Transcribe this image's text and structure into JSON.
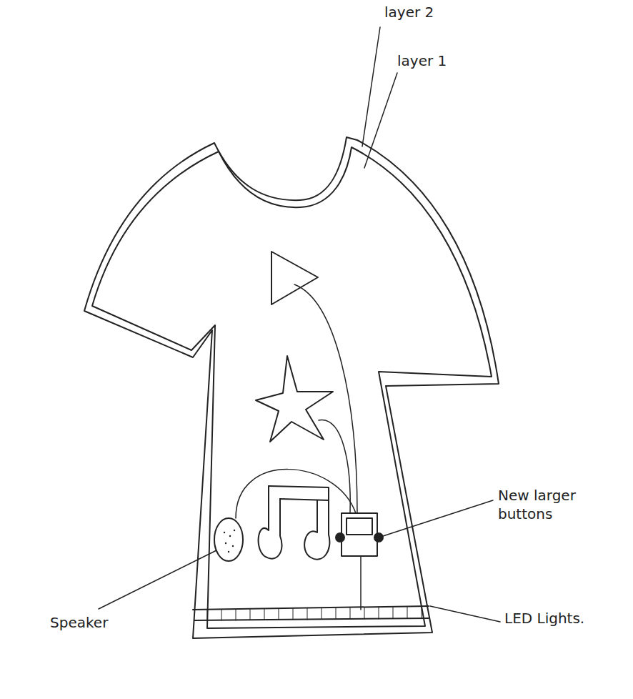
{
  "diagram": {
    "labels": [
      "layer 2",
      "layer 1",
      "New larger buttons",
      "Speaker",
      "LED Lights."
    ]
  }
}
